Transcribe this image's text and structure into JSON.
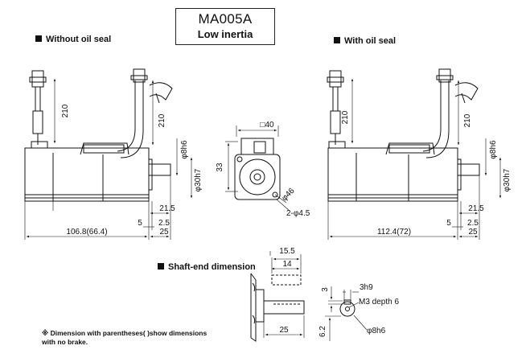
{
  "title": {
    "model": "MA005A",
    "subtitle": "Low inertia"
  },
  "headers": {
    "left": "Without oil seal",
    "right": "With oil seal",
    "shaft": "Shaft-end dimension"
  },
  "left_view": {
    "cable": "210",
    "body_length": "106.8(66.4)",
    "shaft_length": "25",
    "step5": "5",
    "step25": "2.5",
    "flange": "21.5",
    "shaft_dia": "φ8h6",
    "pilot_dia": "φ30h7"
  },
  "front_view": {
    "square": "□40",
    "height": "33",
    "pcd": "φ46",
    "holes": "2-φ4.5"
  },
  "right_view": {
    "cable": "210",
    "body_length": "112.4(72)",
    "shaft_length": "25",
    "step5": "5",
    "step25": "2.5",
    "flange": "21.5",
    "shaft_dia": "φ8h6",
    "pilot_dia": "φ30h7"
  },
  "shaft_end": {
    "dim_155": "15.5",
    "dim_14": "14",
    "dim_25": "25",
    "dim_3": "3",
    "dim_62": "6.2",
    "key": "3h9",
    "tap": "M3 depth 6",
    "dia": "φ8h6"
  },
  "note": {
    "line1": "※ Dimension with parentheses( )show dimensions",
    "line2": "with no brake."
  }
}
